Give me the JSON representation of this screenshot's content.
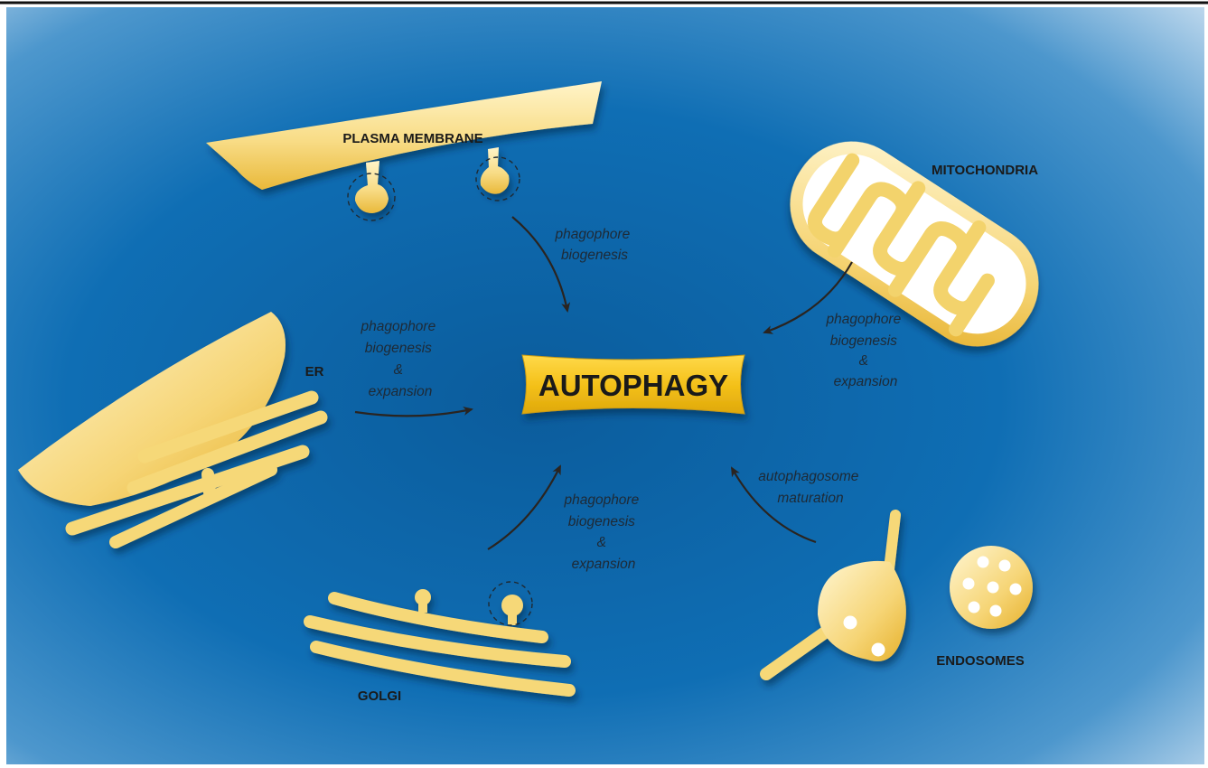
{
  "title": "AUTOPHAGY",
  "organelles": {
    "plasma_membrane": "PLASMA MEMBRANE",
    "mitochondria": "MITOCHONDRIA",
    "er": "ER",
    "golgi": "GOLGI",
    "endosomes": "ENDOSOMES"
  },
  "processes": {
    "plasma_membrane": [
      "phagophore",
      "biogenesis"
    ],
    "er": [
      "phagophore",
      "biogenesis",
      "&",
      "expansion"
    ],
    "mitochondria": [
      "phagophore",
      "biogenesis",
      "&",
      "expansion"
    ],
    "golgi": [
      "phagophore",
      "biogenesis",
      "&",
      "expansion"
    ],
    "endosomes": [
      "autophagosome",
      "maturation"
    ]
  },
  "colors": {
    "background_center": "#0b5fa0",
    "background_edge": "#c6def0",
    "membrane_fill": "#f7dc83",
    "membrane_highlight": "#fff6d0",
    "center_box": "#f2c11a",
    "arrow": "#2a2420"
  }
}
